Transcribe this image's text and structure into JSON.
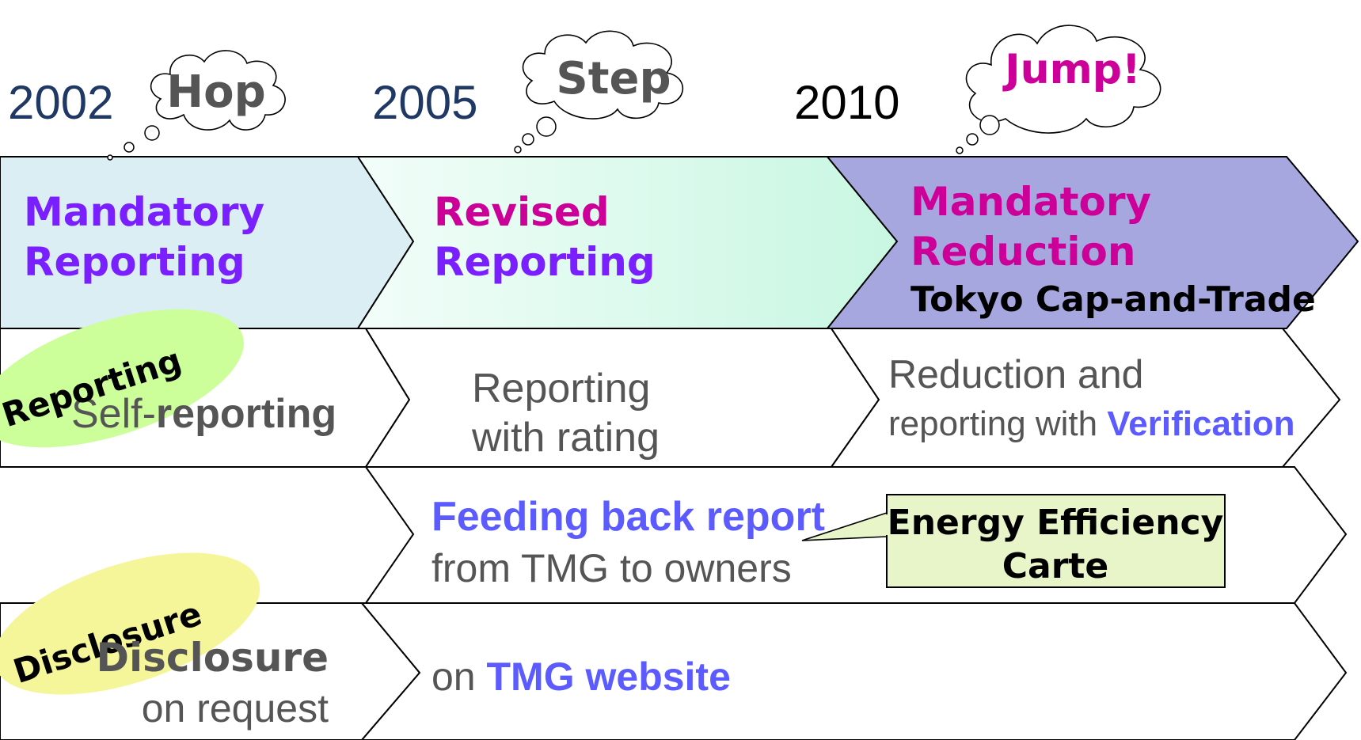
{
  "years": {
    "y2002": "2002",
    "y2005": "2005",
    "y2010": "2010"
  },
  "bubbles": {
    "hop": "Hop",
    "step": "Step",
    "jump": "Jump!"
  },
  "phases": {
    "p1": {
      "line1": "Mandatory",
      "line2": "Reporting"
    },
    "p2": {
      "line1": "Revised",
      "line2": "Reporting"
    },
    "p3": {
      "line1": "Mandatory",
      "line2": "Reduction",
      "line3": "Tokyo Cap-and-Trade"
    }
  },
  "reporting_row": {
    "self_prefix": "Self-",
    "self_bold": "reporting",
    "rating_line1": "Reporting",
    "rating_line2": "with rating",
    "reduction_line1": "Reduction and",
    "reduction_line2": "reporting with ",
    "verification": "Verification"
  },
  "feedback_row": {
    "line1": "Feeding back report",
    "line2": "from TMG to owners",
    "callout_line1": "Energy Efficiency",
    "callout_line2": "Carte"
  },
  "disclosure_row": {
    "left_bold": "Disclosure",
    "left_sub": "on request",
    "on_prefix": "on ",
    "website": "TMG website"
  },
  "ellipses": {
    "reporting": "Reporting",
    "disclosure": "Disclosure"
  },
  "colors": {
    "navy": "#1f3864",
    "purple": "#7a1fff",
    "magenta": "#cc0099",
    "blue_link": "#5b5bff",
    "gray_text": "#555555",
    "phase1_fill": "#dbeef3",
    "phase3_fill": "#a7a7e0",
    "green_ellipse": "#ccff99",
    "yellow_ellipse": "#f5f599",
    "callout_fill": "#e8f5c8"
  }
}
